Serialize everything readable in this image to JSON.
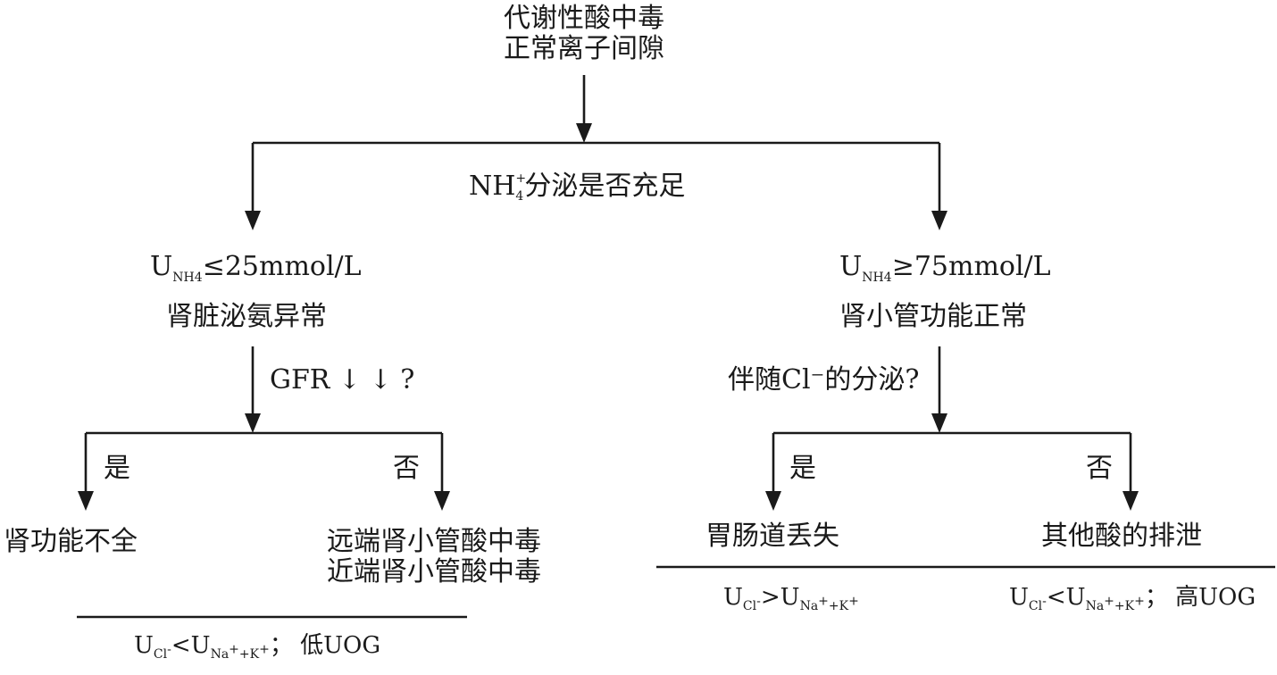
{
  "root": {
    "line1": "代谢性酸中毒",
    "line2": "正常离子间隙"
  },
  "question_top": {
    "pre": "NH",
    "sup": "+",
    "sub": "4",
    "post": "分泌是否充足"
  },
  "left": {
    "u_label": "U",
    "u_sub": "NH",
    "u_sub2": "4",
    "u_value": "≤25mmol/L",
    "desc": "肾脏泌氨异常",
    "question": "GFR ↓ ↓ ?",
    "yes": "是",
    "no": "否",
    "yes_result": "肾功能不全",
    "no_result_1": "远端肾小管酸中毒",
    "no_result_2": "近端肾小管酸中毒",
    "formula": {
      "u1": "U",
      "s1": "Cl",
      "sup1": "-",
      "mid": "<U",
      "s2": "Na",
      "sup2": "+",
      "s3": "+K",
      "sup3": "+",
      "tail": "； 低UOG"
    }
  },
  "right": {
    "u_label": "U",
    "u_sub": "NH",
    "u_sub2": "4",
    "u_value": "≥75mmol/L",
    "desc": "肾小管功能正常",
    "question": "伴随Cl⁻的分泌?",
    "yes": "是",
    "no": "否",
    "yes_result": "胃肠道丢失",
    "no_result": "其他酸的排泄",
    "formula_yes": {
      "u1": "U",
      "s1": "Cl",
      "sup1": "-",
      "mid": ">U",
      "s2": "Na",
      "sup2": "+",
      "s3": "+K",
      "sup3": "+"
    },
    "formula_no": {
      "u1": "U",
      "s1": "Cl",
      "sup1": "-",
      "mid": "<U",
      "s2": "Na",
      "sup2": "+",
      "s3": "+K",
      "sup3": "+",
      "tail": "； 高UOG"
    }
  }
}
